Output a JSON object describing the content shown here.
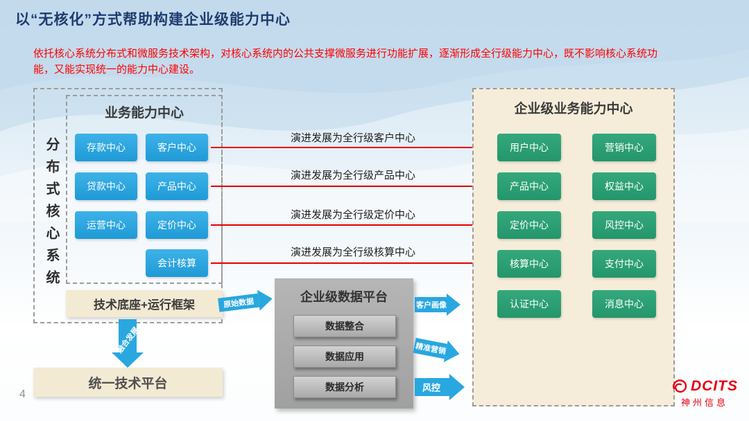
{
  "slide": {
    "title": "以“无核化”方式帮助构建企业级能力中心",
    "description": "依托核心系统分布式和微服务技术架构，对核心系统内的公共支撑微服务进行功能扩展，逐渐形成全行级能力中心，既不影响核心系统功能，又能实现统一的能力中心建设。",
    "page_number": "4"
  },
  "core_system": {
    "vertical_label": "分布式核心系统",
    "business_center": {
      "title": "业务能力中心",
      "items": [
        "存款中心",
        "客户中心",
        "贷款中心",
        "产品中心",
        "运营中心",
        "定价中心",
        "会计核算"
      ]
    },
    "tech_base_label": "技术底座+运行框架",
    "fusion_arrow_label": "融合发展",
    "unified_platform_label": "统一技术平台"
  },
  "evolution": {
    "labels": [
      "演进发展为全行级客户中心",
      "演进发展为全行级产品中心",
      "演进发展为全行级定价中心",
      "演进发展为全行级核算中心"
    ]
  },
  "data_platform": {
    "title": "企业级数据平台",
    "items": [
      "数据整合",
      "数据应用",
      "数据分析"
    ],
    "input_arrow_label": "原始数据",
    "output_arrow_labels": [
      "客户画像",
      "精准营销",
      "风控"
    ]
  },
  "enterprise_center": {
    "title": "企业级业务能力中心",
    "items": [
      "用户中心",
      "营销中心",
      "产品中心",
      "权益中心",
      "定价中心",
      "风控中心",
      "核算中心",
      "支付中心",
      "认证中心",
      "消息中心"
    ]
  },
  "footer": {
    "logo_text": "DCITS",
    "logo_subtext": "神州信息"
  },
  "colors": {
    "title_navy": "#1E3C6E",
    "description_red": "#FF0000",
    "blue_chip": "#29A7E0",
    "green_chip": "#2B9F74",
    "cream_panel": "#F3EAD4",
    "gray_panel": "#ABABAB",
    "red_arrow": "#E60000",
    "logo_red": "#E60012"
  }
}
